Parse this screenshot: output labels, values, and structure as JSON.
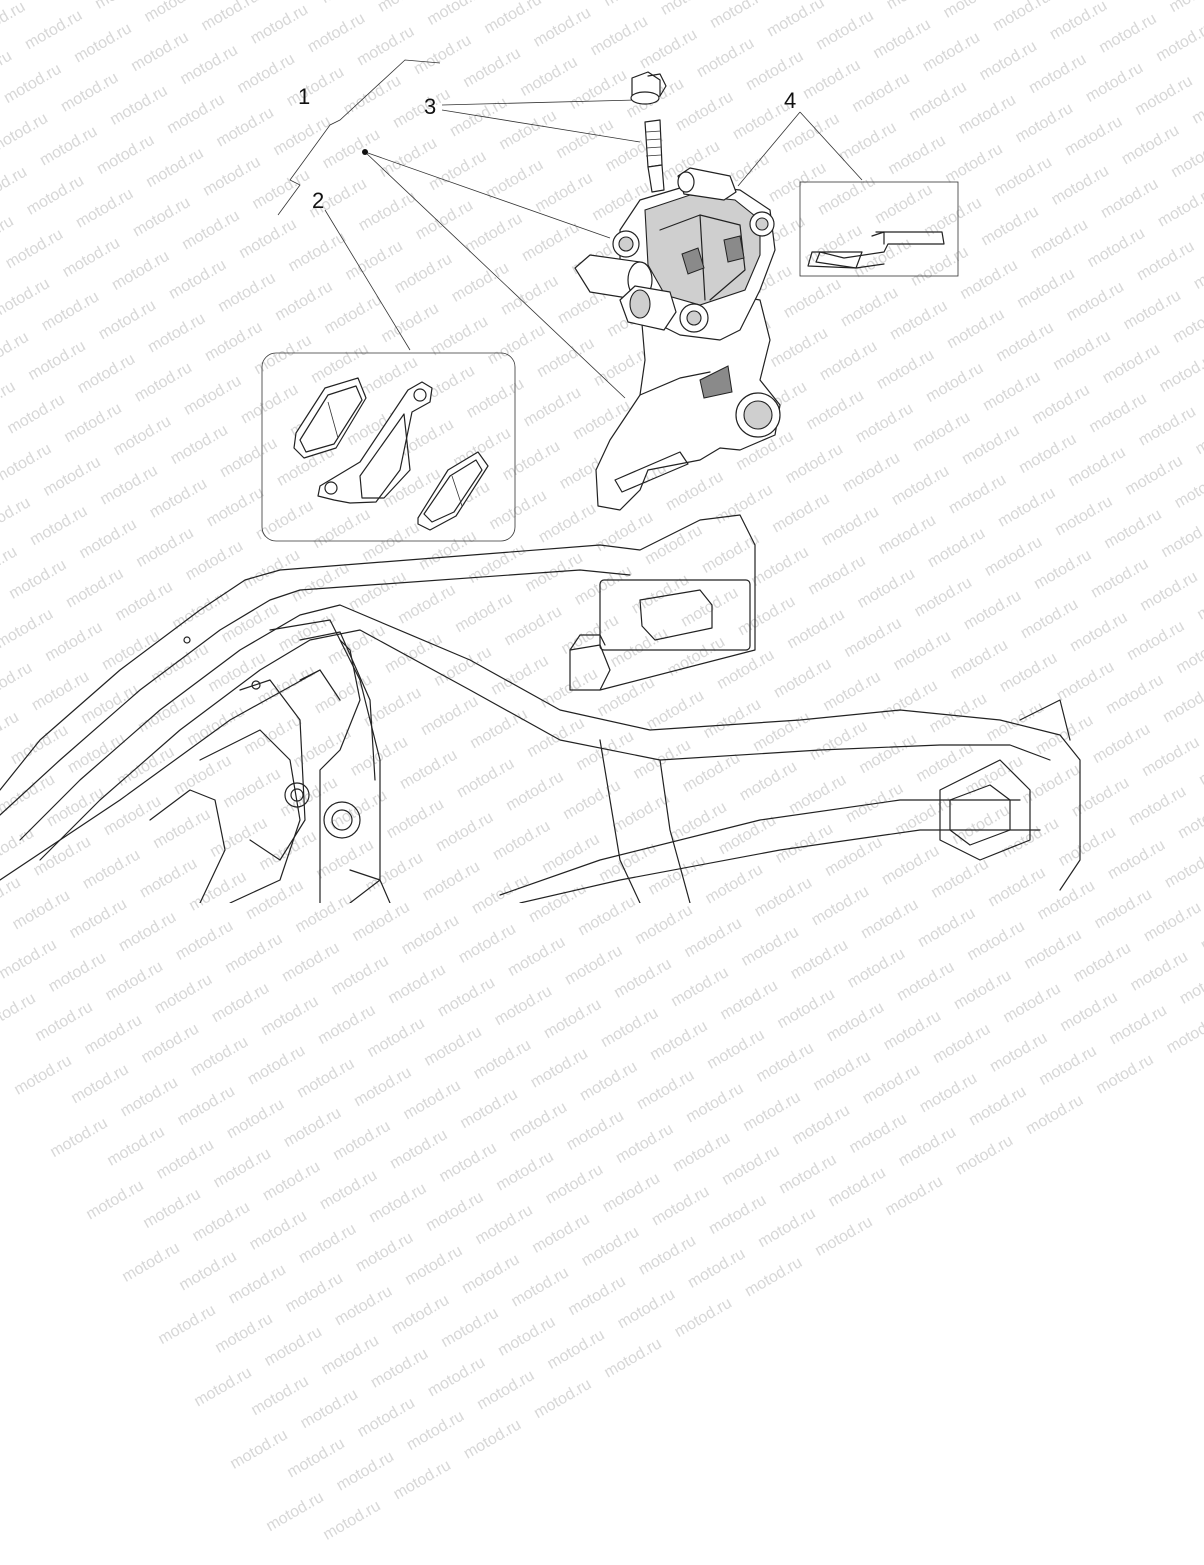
{
  "watermark": {
    "text": "motod.ru",
    "color": "#d7d7d7"
  },
  "callouts": [
    {
      "id": "1",
      "label": "1"
    },
    {
      "id": "2",
      "label": "2"
    },
    {
      "id": "3",
      "label": "3"
    },
    {
      "id": "4",
      "label": "4"
    }
  ],
  "parts": {
    "assembly": "rear brake caliper assembly",
    "brake_pads": "brake pad set",
    "bleed_valve": "bleed screw with cap",
    "pad_pin": "pad retaining pin and spring"
  },
  "colors": {
    "line": "#222222",
    "background": "#ffffff"
  }
}
